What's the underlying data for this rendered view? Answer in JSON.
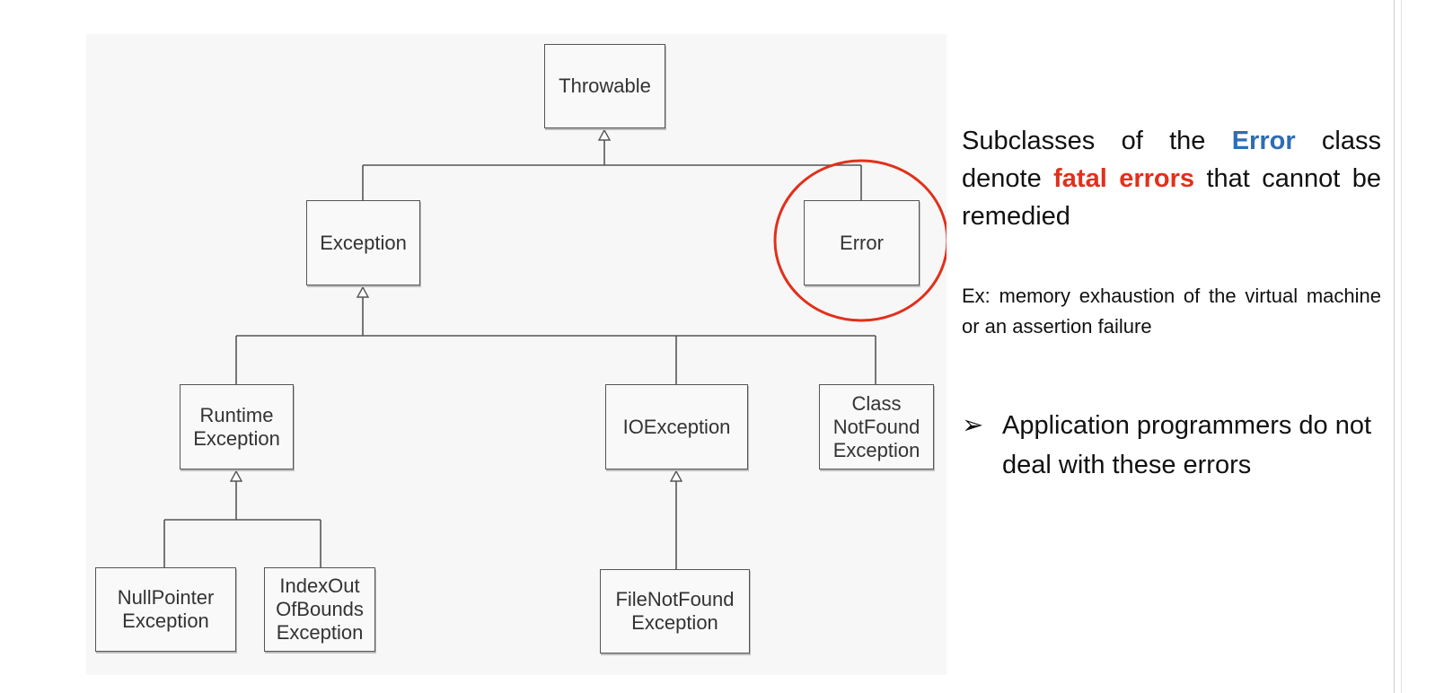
{
  "diagram": {
    "nodes": [
      {
        "id": "throwable",
        "label": "Throwable"
      },
      {
        "id": "exception",
        "label": "Exception"
      },
      {
        "id": "error",
        "label": "Error"
      },
      {
        "id": "runtime",
        "label": "Runtime\nException"
      },
      {
        "id": "ioexception",
        "label": "IOException"
      },
      {
        "id": "classnotfound",
        "label": "Class\nNotFound\nException"
      },
      {
        "id": "nullpointer",
        "label": "NullPointer\nException"
      },
      {
        "id": "indexout",
        "label": "IndexOut\nOfBounds\nException"
      },
      {
        "id": "filenotfound",
        "label": "FileNotFound\nException"
      }
    ],
    "edges": [
      {
        "from": "exception",
        "to": "throwable"
      },
      {
        "from": "error",
        "to": "throwable"
      },
      {
        "from": "runtime",
        "to": "exception"
      },
      {
        "from": "ioexception",
        "to": "exception"
      },
      {
        "from": "classnotfound",
        "to": "exception"
      },
      {
        "from": "nullpointer",
        "to": "runtime"
      },
      {
        "from": "indexout",
        "to": "runtime"
      },
      {
        "from": "filenotfound",
        "to": "ioexception"
      }
    ],
    "highlighted_node": "error",
    "highlight_color": "#e1301c"
  },
  "text": {
    "main": {
      "part1": "Subclasses of the ",
      "error_word": "Error",
      "part2": " class denote ",
      "fatal_words": "fatal errors",
      "part3": " that cannot be remedied"
    },
    "example": "Ex: memory exhaustion of the virtual machine or an assertion failure",
    "bullet_symbol": "➢",
    "bullet": "Application programmers do not deal with these errors"
  },
  "colors": {
    "error_word": "#2e6db4",
    "fatal_words": "#e1301c",
    "box_border": "#555555"
  }
}
